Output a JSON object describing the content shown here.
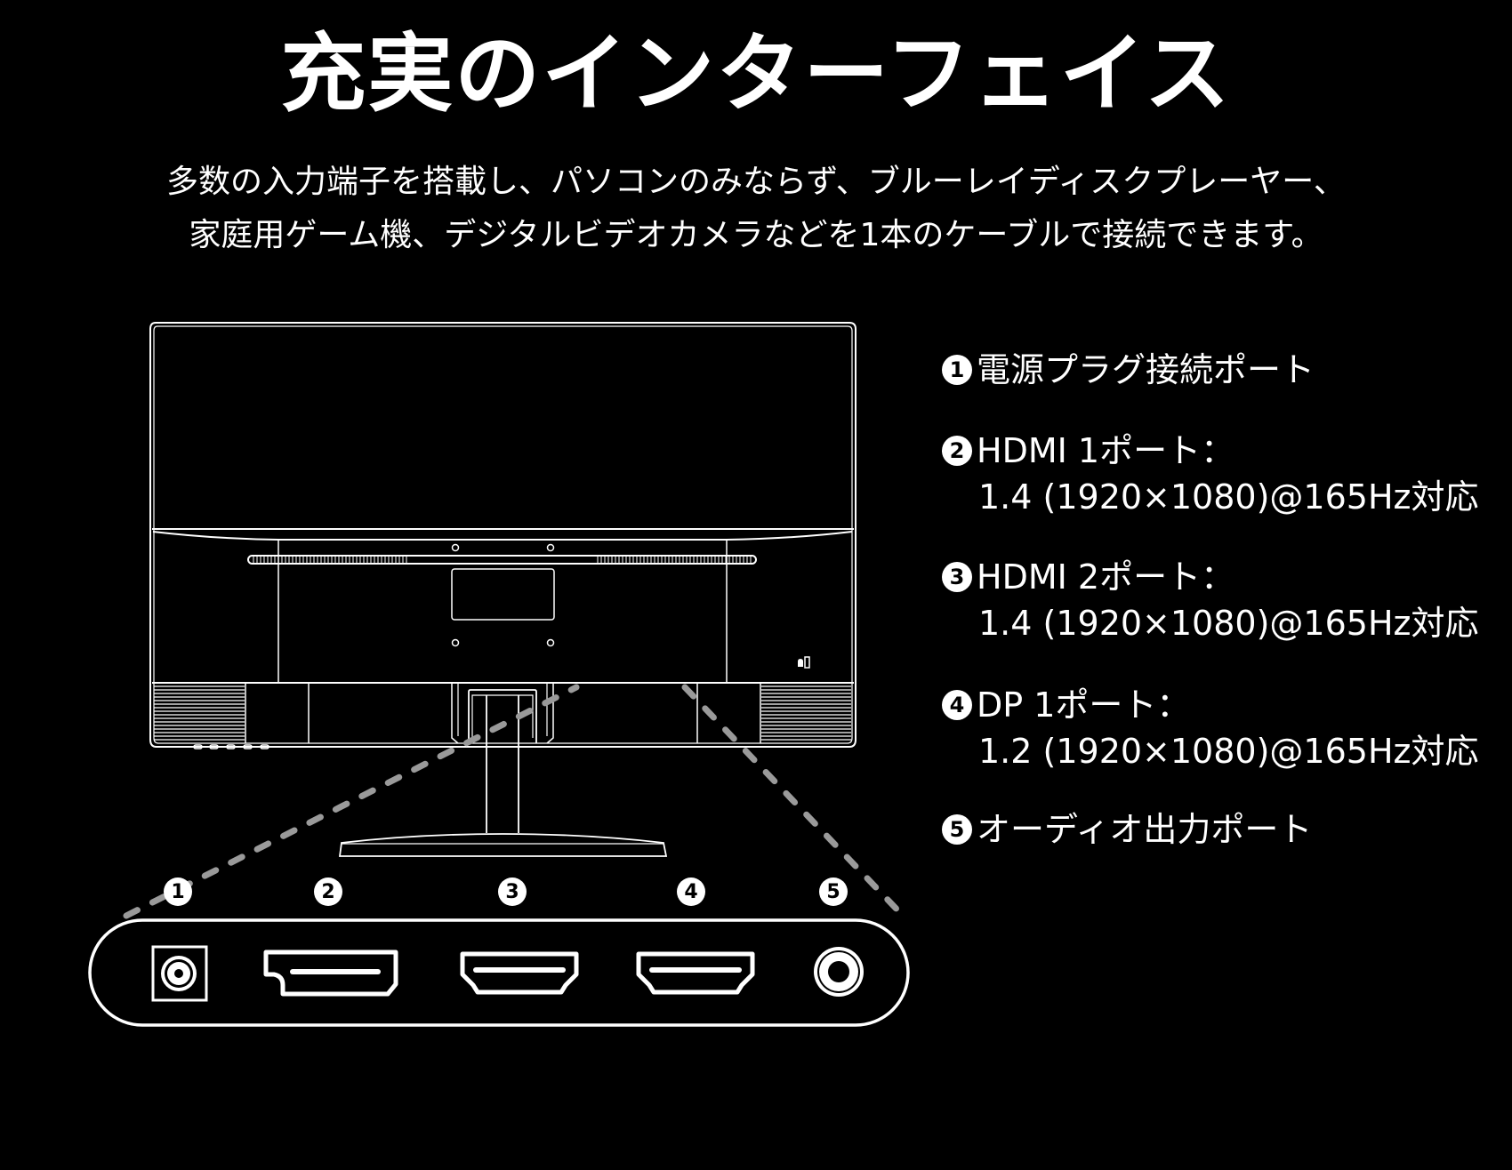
{
  "header": {
    "title": "充実のインターフェイス",
    "subtitle_line1": "多数の入力端子を搭載し、パソコンのみならず、ブルーレイディスクプレーヤー、",
    "subtitle_line2": "家庭用ゲーム機、デジタルビデオカメラなどを1本のケーブルで接続できます。"
  },
  "ports": [
    {
      "number": "1",
      "name": "電源プラグ接続ポート",
      "detail": null,
      "icon": "dc-power-jack-icon"
    },
    {
      "number": "2",
      "name": "HDMI 1ポート：",
      "detail": "1.4 (1920×1080)@165Hz対応",
      "icon": "displayport-connector-icon"
    },
    {
      "number": "3",
      "name": "HDMI 2ポート：",
      "detail": "1.4 (1920×1080)@165Hz対応",
      "icon": "hdmi-connector-icon"
    },
    {
      "number": "4",
      "name": "DP 1ポート：",
      "detail": "1.2 (1920×1080)@165Hz対応",
      "icon": "hdmi-connector-icon"
    },
    {
      "number": "5",
      "name": "オーディオ出力ポート",
      "detail": null,
      "icon": "audio-jack-icon"
    }
  ],
  "colors": {
    "background": "#000000",
    "foreground": "#ffffff",
    "dashed_line": "#9a9a9a"
  }
}
